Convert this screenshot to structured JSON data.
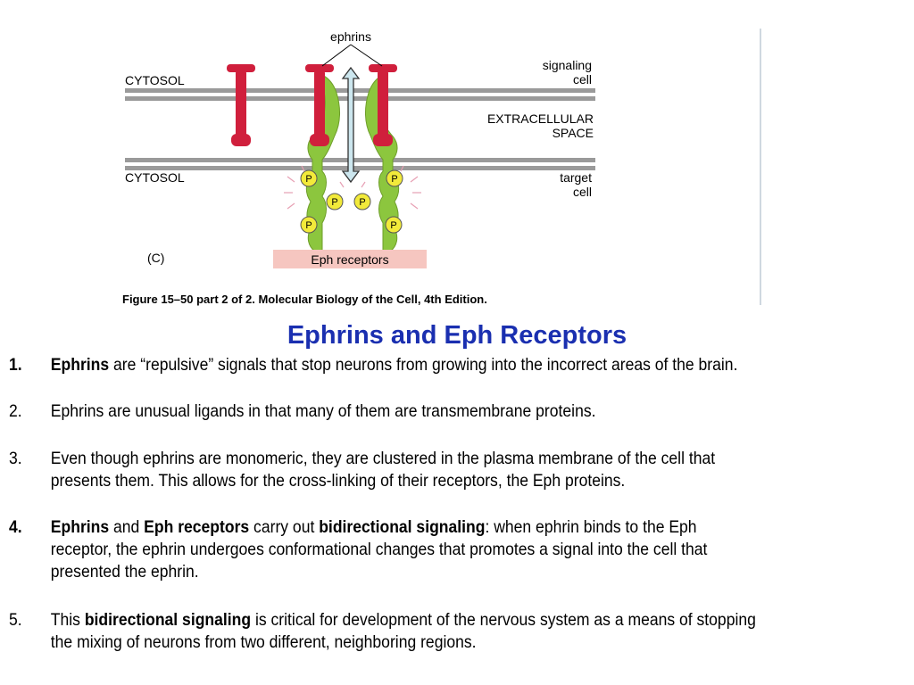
{
  "figure": {
    "label_ephrins": "ephrins",
    "label_signaling_line1": "signaling",
    "label_signaling_line2": "cell",
    "label_cytosol_top": "CYTOSOL",
    "label_extracellular_line1": "EXTRACELLULAR",
    "label_extracellular_line2": "SPACE",
    "label_cytosol_bottom": "CYTOSOL",
    "label_target_line1": "target",
    "label_target_line2": "cell",
    "label_panel": "(C)",
    "label_eph_receptors": "Eph receptors",
    "phospho_label": "P",
    "caption": "Figure 15–50 part 2 of 2. Molecular Biology of the Cell, 4th Edition.",
    "colors": {
      "membrane": "#9a9a9a",
      "ephrin": "#d01f3c",
      "receptor": "#8cc63e",
      "phospho": "#f2ea3a",
      "arrow": "#cce6ee",
      "label_box": "#f6c6c0"
    }
  },
  "title": "Ephrins and Eph Receptors",
  "points": [
    {
      "num": "1.",
      "lead_bold": "Ephrins",
      "rest": " are “repulsive” signals that stop neurons from growing into the incorrect areas of the brain."
    },
    {
      "num": "2.",
      "text": "Ephrins are unusual ligands in that many of them are transmembrane proteins."
    },
    {
      "num": "3.",
      "line1": "Even though ephrins are monomeric, they are clustered in the plasma membrane of the cell that",
      "line2": "presents them.  This allows for the cross-linking of their receptors, the Eph proteins."
    },
    {
      "num": "4.",
      "b1": "Ephrins",
      "t1": " and ",
      "b2": "Eph receptors",
      "t2": " carry out ",
      "b3": "bidirectional signaling",
      "t3": ": when ephrin binds to the Eph",
      "line2": "receptor, the ephrin undergoes conformational changes that promotes a signal into the cell that",
      "line3": "presented the ephrin."
    },
    {
      "num": "5.",
      "t1": "This ",
      "b1": "bidirectional signaling",
      "t2": " is critical for development of the nervous system as a means of stopping",
      "line2": "the mixing of neurons from two different, neighboring regions."
    }
  ]
}
